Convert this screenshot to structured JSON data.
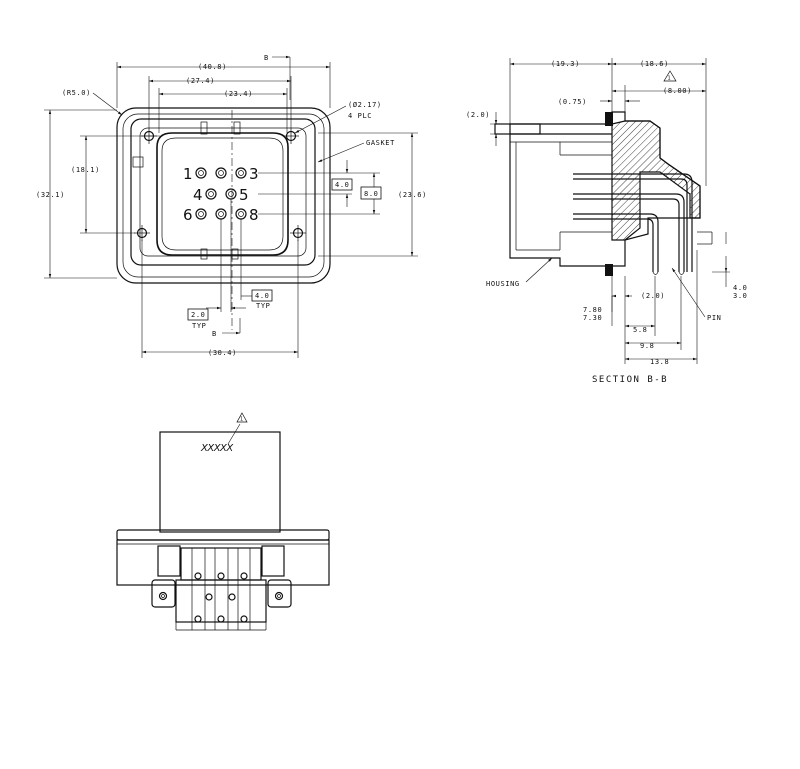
{
  "front_view": {
    "dimensions": {
      "overall_width": "(40.8)",
      "hole_spacing": "(27.4)",
      "inner_width": "(23.4)",
      "corner_radius": "(R5.0)",
      "mount_hole": "(Ø2.17)",
      "mount_hole_qty": "4 PLC",
      "inner_height": "(18.1)",
      "overall_height": "(32.1)",
      "outer_height": "(23.6)",
      "row_pitch": "4.0",
      "row_span": "8.0",
      "bottom_width": "(30.4)",
      "pin_pitch_x": "2.0",
      "pin_pitch_x_note": "TYP",
      "pin_pitch_y": "4.0",
      "pin_pitch_y_note": "TYP"
    },
    "labels": {
      "gasket": "GASKET",
      "section_marker_top": "B",
      "section_marker_bottom": "B"
    },
    "pin_numbers": [
      "1",
      "3",
      "4",
      "5",
      "6",
      "8"
    ]
  },
  "section_view": {
    "title": "SECTION B-B",
    "dimensions": {
      "left_width": "(19.3)",
      "right_width": "(18.6)",
      "flange_thk": "(0.75)",
      "flange_depth": "(8.00)",
      "lip": "(2.0)",
      "pin_len_a": "7.80",
      "pin_len_b": "7.30",
      "pin_pitch": "(2.0)",
      "pin_ext_a": "4.0",
      "pin_ext_b": "3.0",
      "pos_1": "5.8",
      "pos_2": "9.8",
      "pos_3": "13.8"
    },
    "labels": {
      "housing": "HOUSING",
      "pin": "PIN"
    },
    "note_flag": "1"
  },
  "bottom_view": {
    "marking": "XXXXX",
    "note_flag": "1"
  }
}
